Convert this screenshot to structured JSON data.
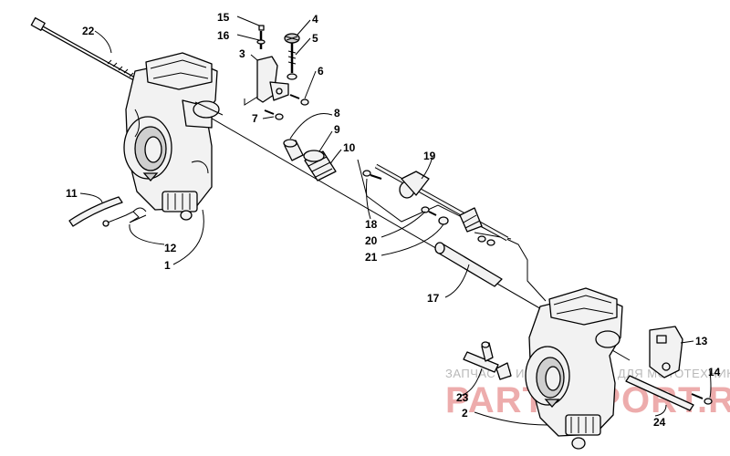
{
  "callouts": {
    "c1": "1",
    "c2": "2",
    "c3": "3",
    "c4": "4",
    "c5": "5",
    "c6": "6",
    "c7": "7",
    "c8": "8",
    "c9": "9",
    "c10": "10",
    "c11": "11",
    "c12": "12",
    "c13": "13",
    "c14": "14",
    "c15": "15",
    "c16": "16",
    "c17": "17",
    "c18": "18",
    "c19": "19",
    "c20": "20",
    "c21": "21",
    "c22": "22",
    "c23": "23",
    "c24": "24"
  },
  "watermark": {
    "tagline": "ЗАПЧАСТИ И АКСЕССУАРЫ ДЛЯ МОТОТЕХНИКИ",
    "brand": "PARTSSPORT.RU"
  }
}
